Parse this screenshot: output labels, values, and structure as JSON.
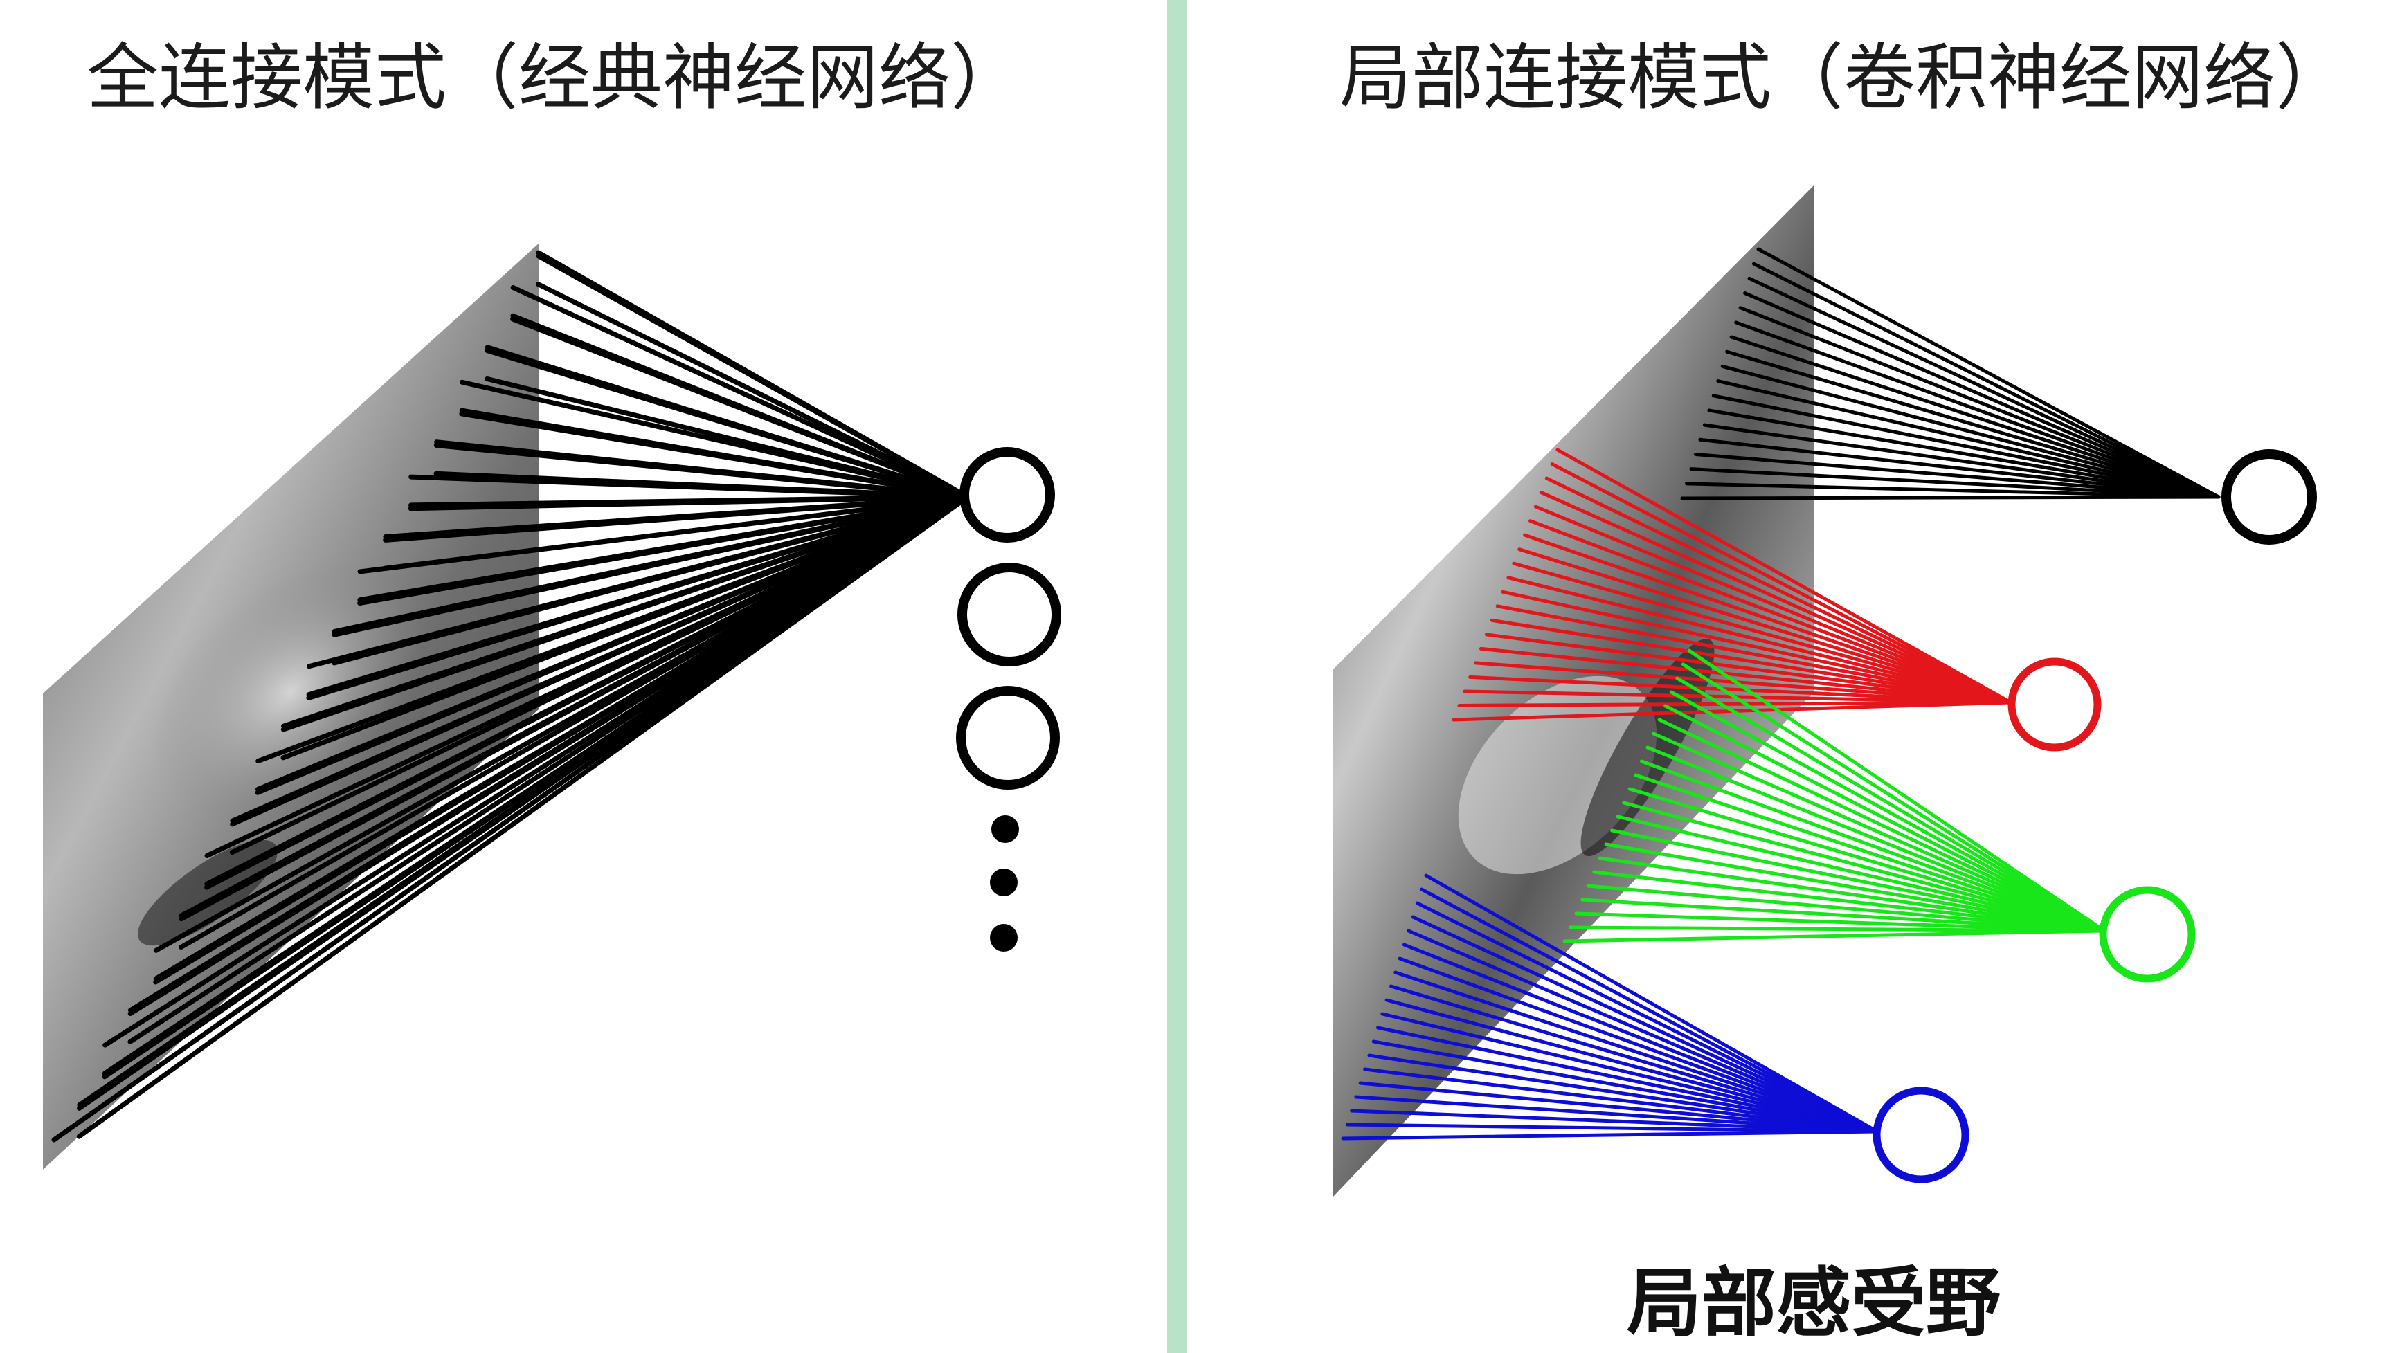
{
  "left_panel": {
    "title": "全连接模式（经典神经网络）"
  },
  "right_panel": {
    "title": "局部连接模式（卷积神经网络）",
    "caption": "局部感受野"
  },
  "colors": {
    "divider": "#b9e3c8",
    "black": "#000000",
    "red": "#e3161c",
    "green": "#19e619",
    "blue": "#0d0dd6"
  }
}
